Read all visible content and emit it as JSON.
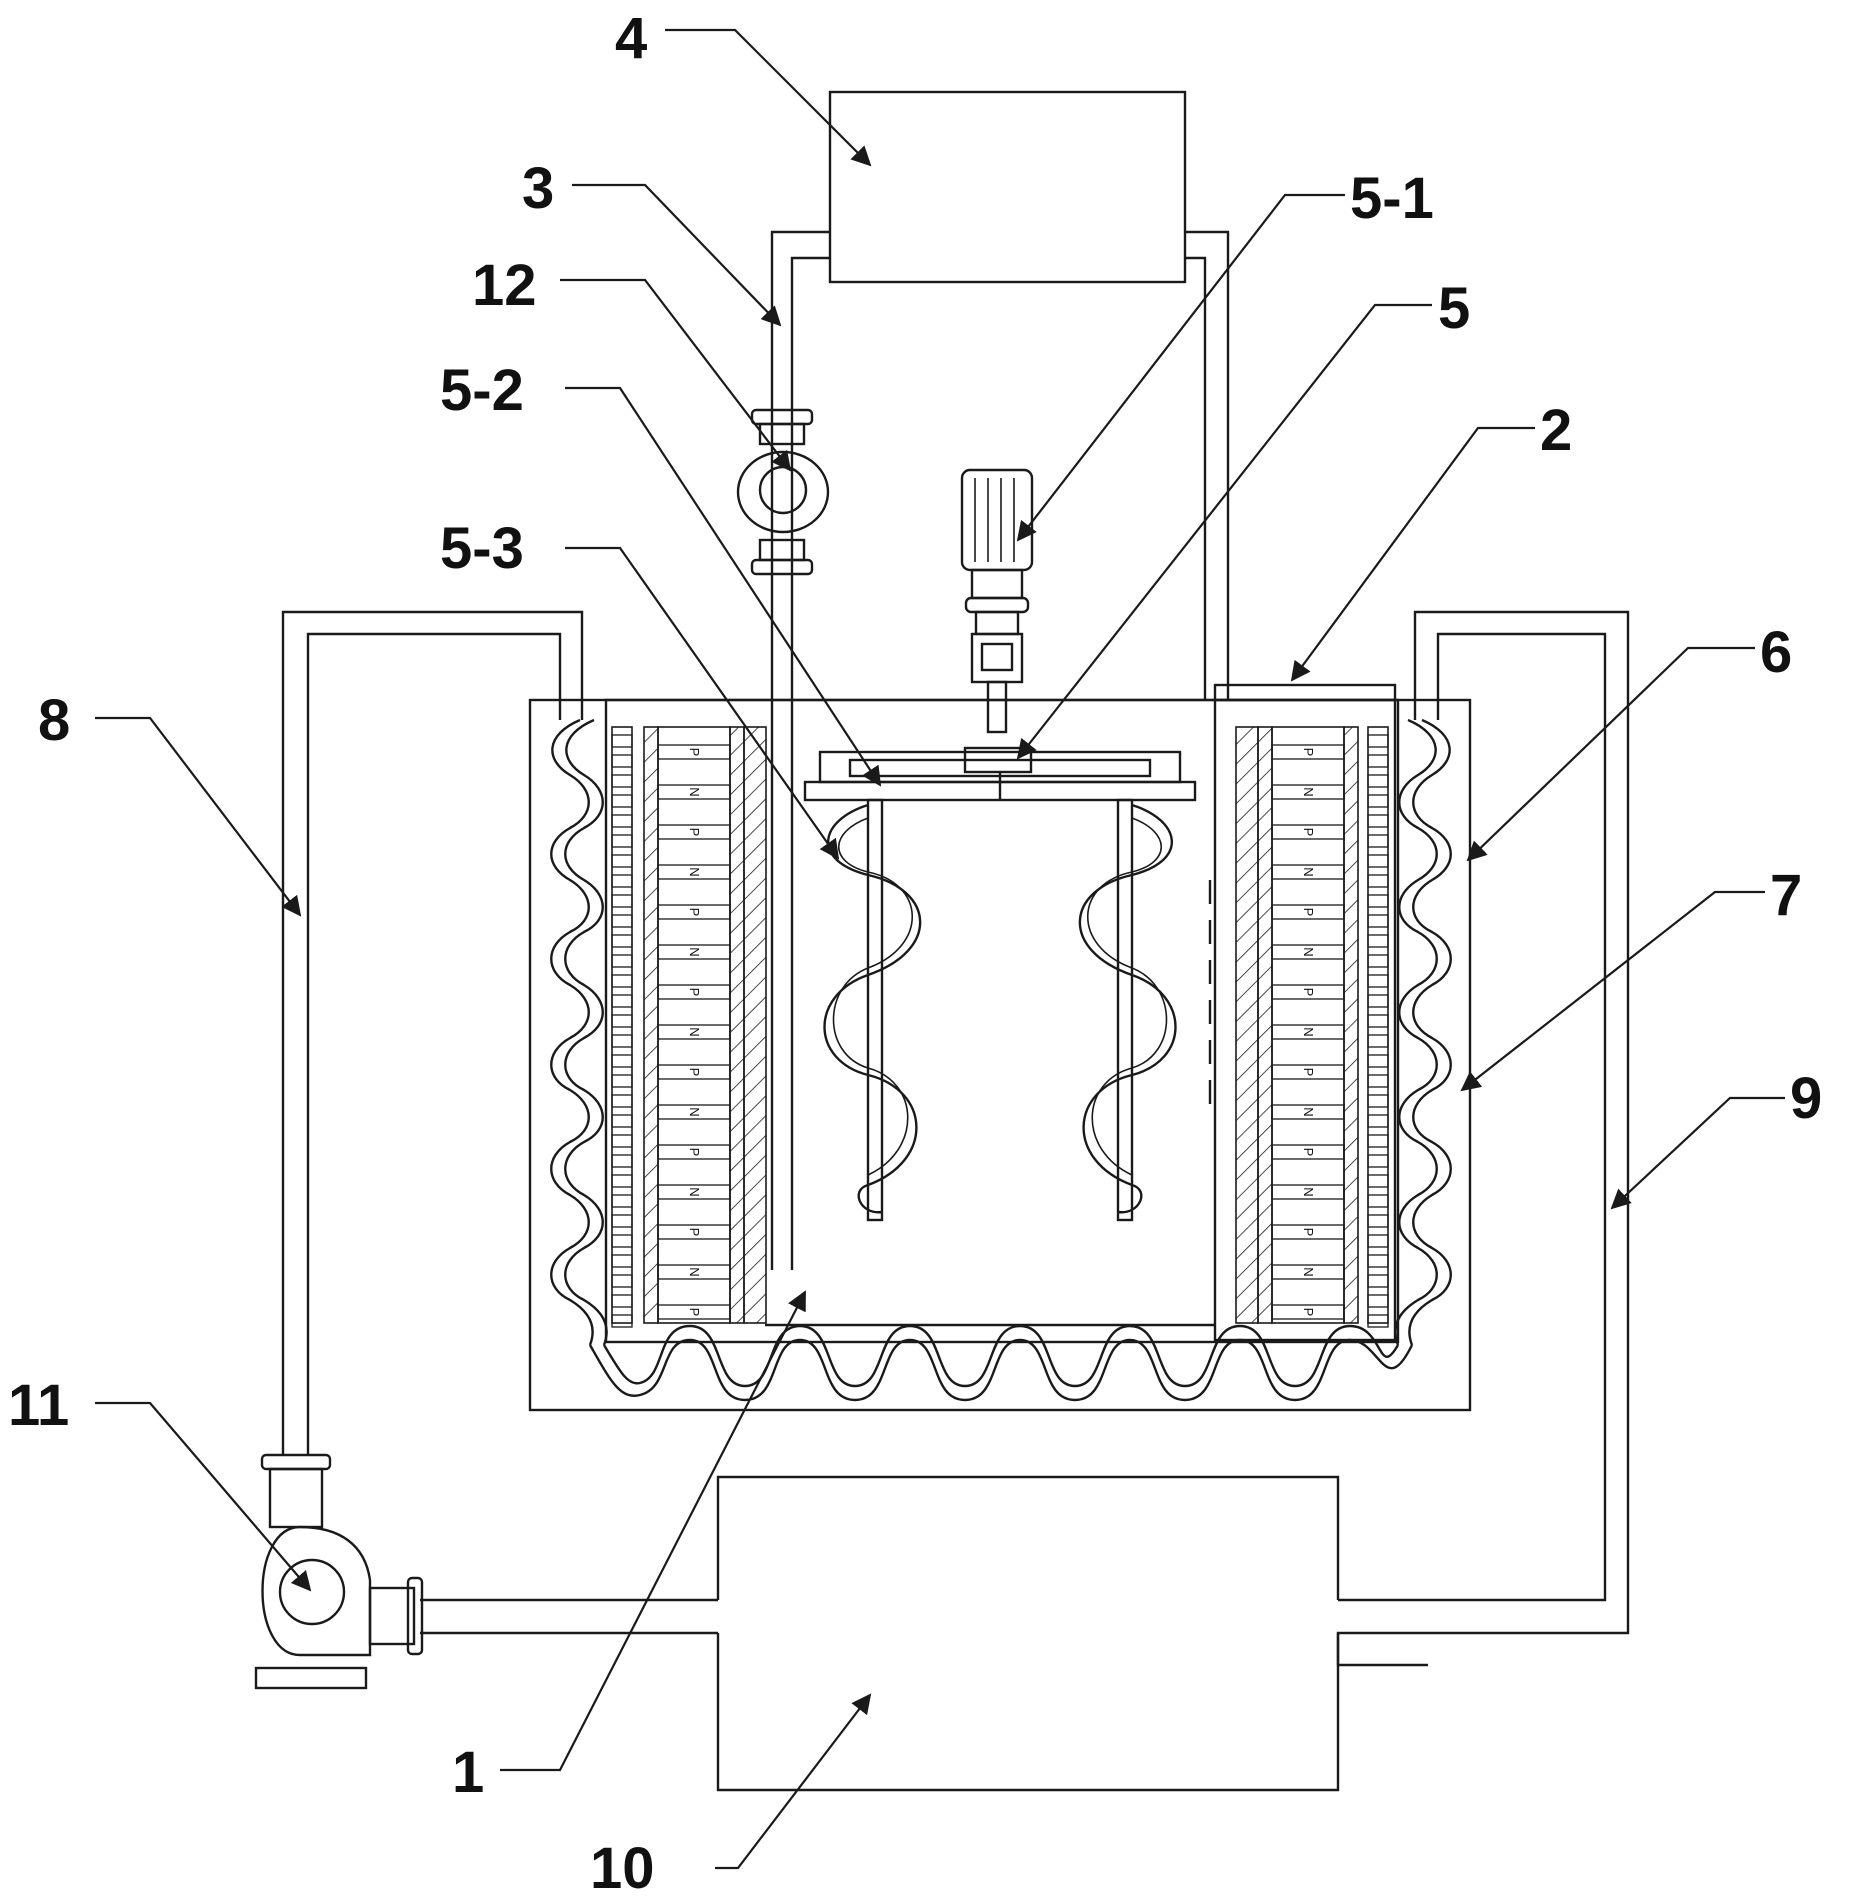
{
  "figure": {
    "labels": {
      "l1": "1",
      "l2": "2",
      "l3": "3",
      "l4": "4",
      "l5": "5",
      "l5_1": "5-1",
      "l5_2": "5-2",
      "l5_3": "5-3",
      "l6": "6",
      "l7": "7",
      "l8": "8",
      "l9": "9",
      "l10": "10",
      "l11": "11",
      "l12": "12"
    },
    "thermoelectric_marks": [
      "P",
      "N"
    ]
  }
}
